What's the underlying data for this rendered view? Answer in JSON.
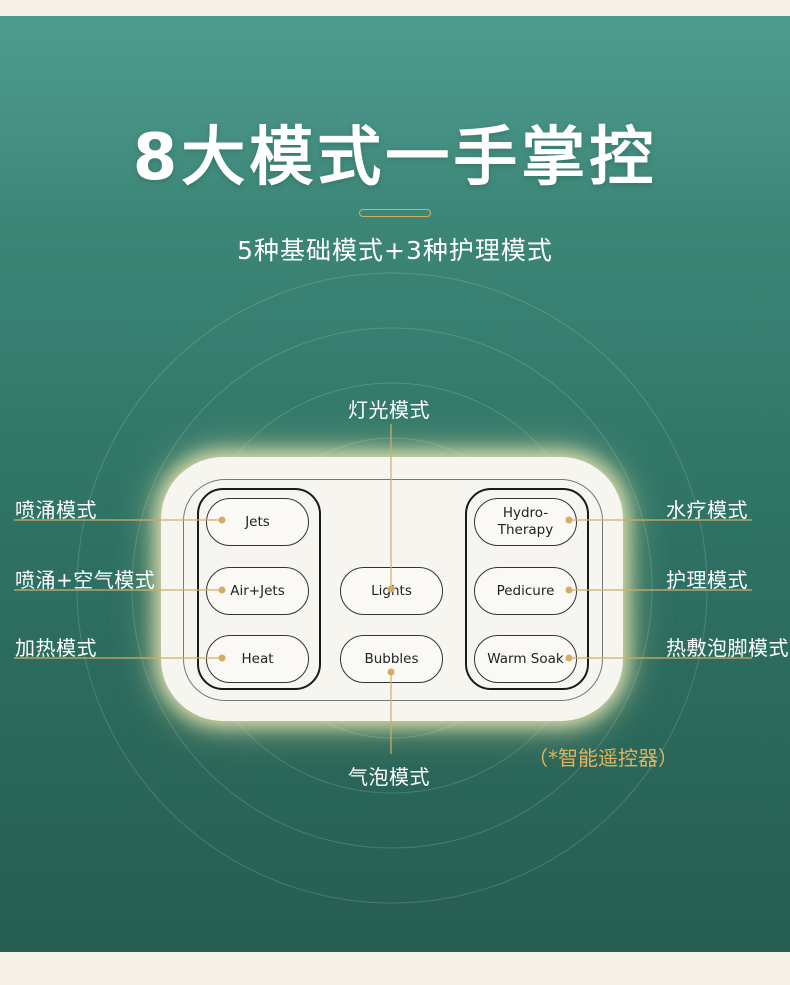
{
  "headline": "8大模式一手掌控",
  "subtitle": "5种基础模式+3种护理模式",
  "accent_color": "#d4ad63",
  "remote": {
    "buttons": {
      "jets": "Jets",
      "air_jets": "Air+Jets",
      "heat": "Heat",
      "lights": "Lights",
      "bubbles": "Bubbles",
      "hydro_therapy": "Hydro-\nTherapy",
      "pedicure": "Pedicure",
      "warm_soak": "Warm Soak"
    }
  },
  "labels": {
    "light_mode": "灯光模式",
    "bubble_mode": "气泡模式",
    "jet_mode": "喷涌模式",
    "air_jet_mode": "喷涌+空气模式",
    "heat_mode": "加热模式",
    "hydrotherapy_mode": "水疗模式",
    "care_mode": "护理模式",
    "warm_soak_mode": "热敷泡脚模式"
  },
  "note": "（*智能遥控器）"
}
